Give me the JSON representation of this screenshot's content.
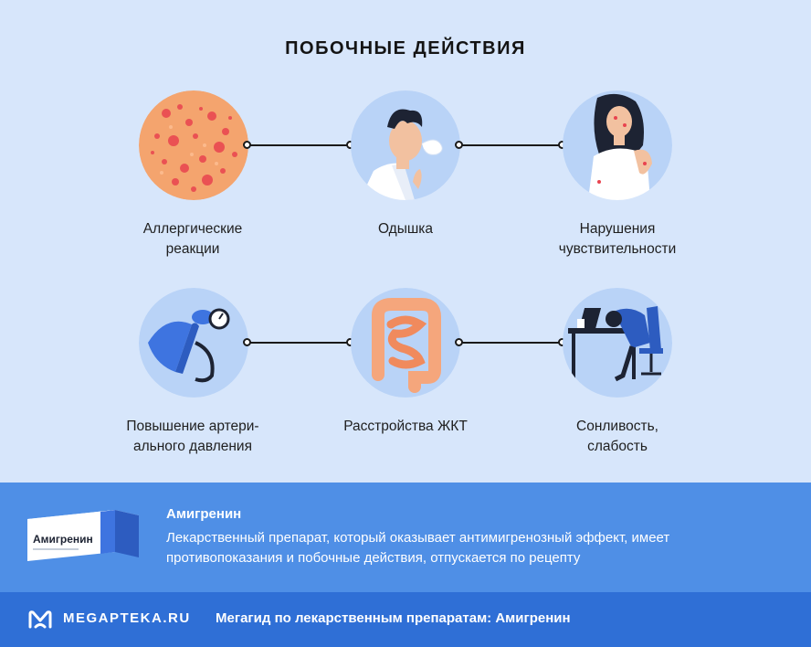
{
  "title": "ПОБОЧНЫЕ ДЕЙСТВИЯ",
  "effects": [
    {
      "lines": [
        "Аллергические",
        "реакции"
      ],
      "icon": "allergy-rash-icon"
    },
    {
      "lines": [
        "Одышка"
      ],
      "icon": "shortness-of-breath-icon"
    },
    {
      "lines": [
        "Нарушения",
        "чувствительности"
      ],
      "icon": "sensitivity-disorder-icon"
    },
    {
      "lines": [
        "Повышение артери-",
        "ального давления"
      ],
      "icon": "blood-pressure-cuff-icon"
    },
    {
      "lines": [
        "Расстройства ЖКТ"
      ],
      "icon": "intestines-icon"
    },
    {
      "lines": [
        "Сонливость,",
        "слабость"
      ],
      "icon": "sleepy-person-icon"
    }
  ],
  "product": {
    "name": "Амигренин",
    "pack_label": "Амигренин",
    "description_lines": [
      "Лекарственный препарат, который оказывает антимигренозный эффект, имеет",
      "противопоказания и побочные действия, отпускается по рецепту"
    ]
  },
  "footer": {
    "brand": "MEGAPTEKA.RU",
    "text": "Мегагид по лекарственным препаратам: Амигренин"
  },
  "colors": {
    "background": "#d7e6fb",
    "circle_bg": "#b9d3f7",
    "product_band": "#4f8fe6",
    "footer": "#2f6fd6",
    "connector": "#1a1a1a"
  }
}
